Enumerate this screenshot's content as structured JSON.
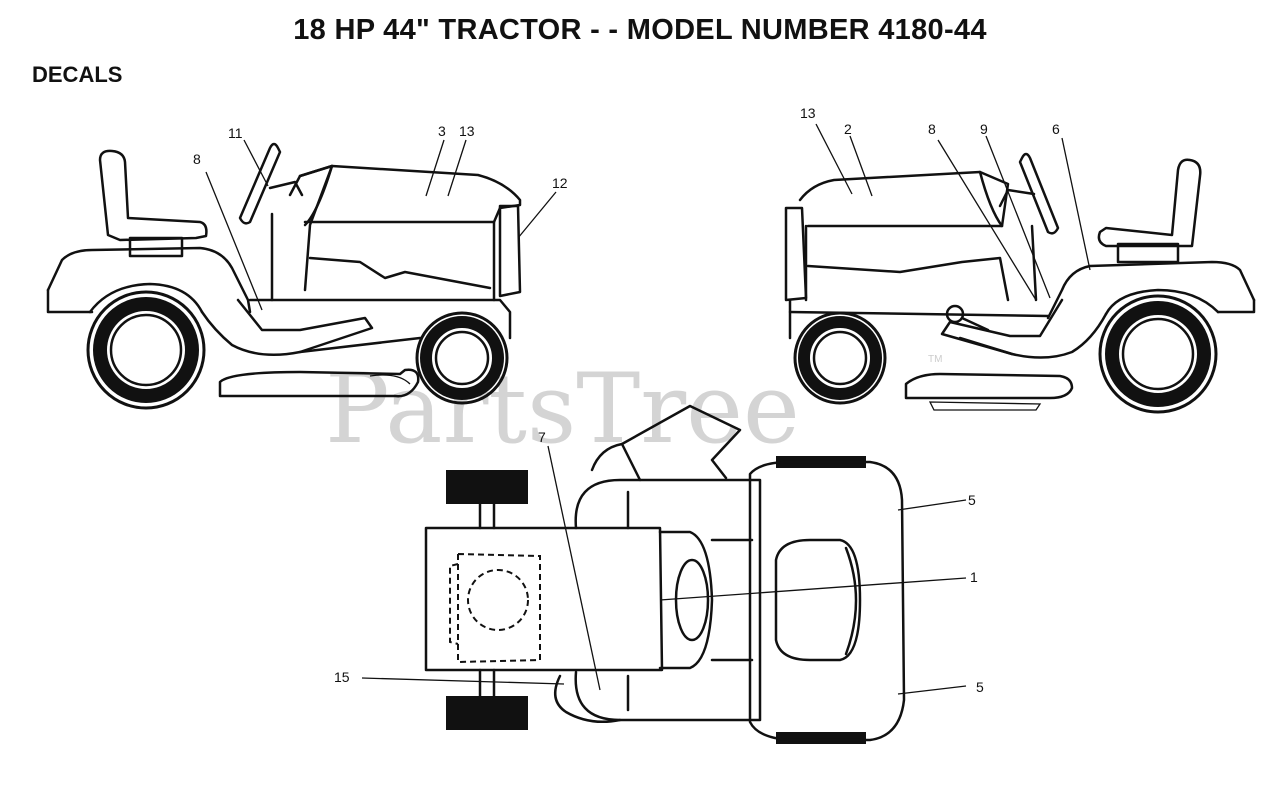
{
  "title": "18 HP 44\" TRACTOR - - MODEL NUMBER 4180-44",
  "section": "DECALS",
  "watermark": "PartsTree",
  "watermark_tm": "TM",
  "callouts": {
    "left_11": "11",
    "left_8": "8",
    "left_3": "3",
    "left_13": "13",
    "left_12": "12",
    "right_13": "13",
    "right_2": "2",
    "right_8": "8",
    "right_9": "9",
    "right_6": "6",
    "top_7": "7",
    "top_5a": "5",
    "top_1": "1",
    "top_5b": "5",
    "top_15": "15"
  }
}
